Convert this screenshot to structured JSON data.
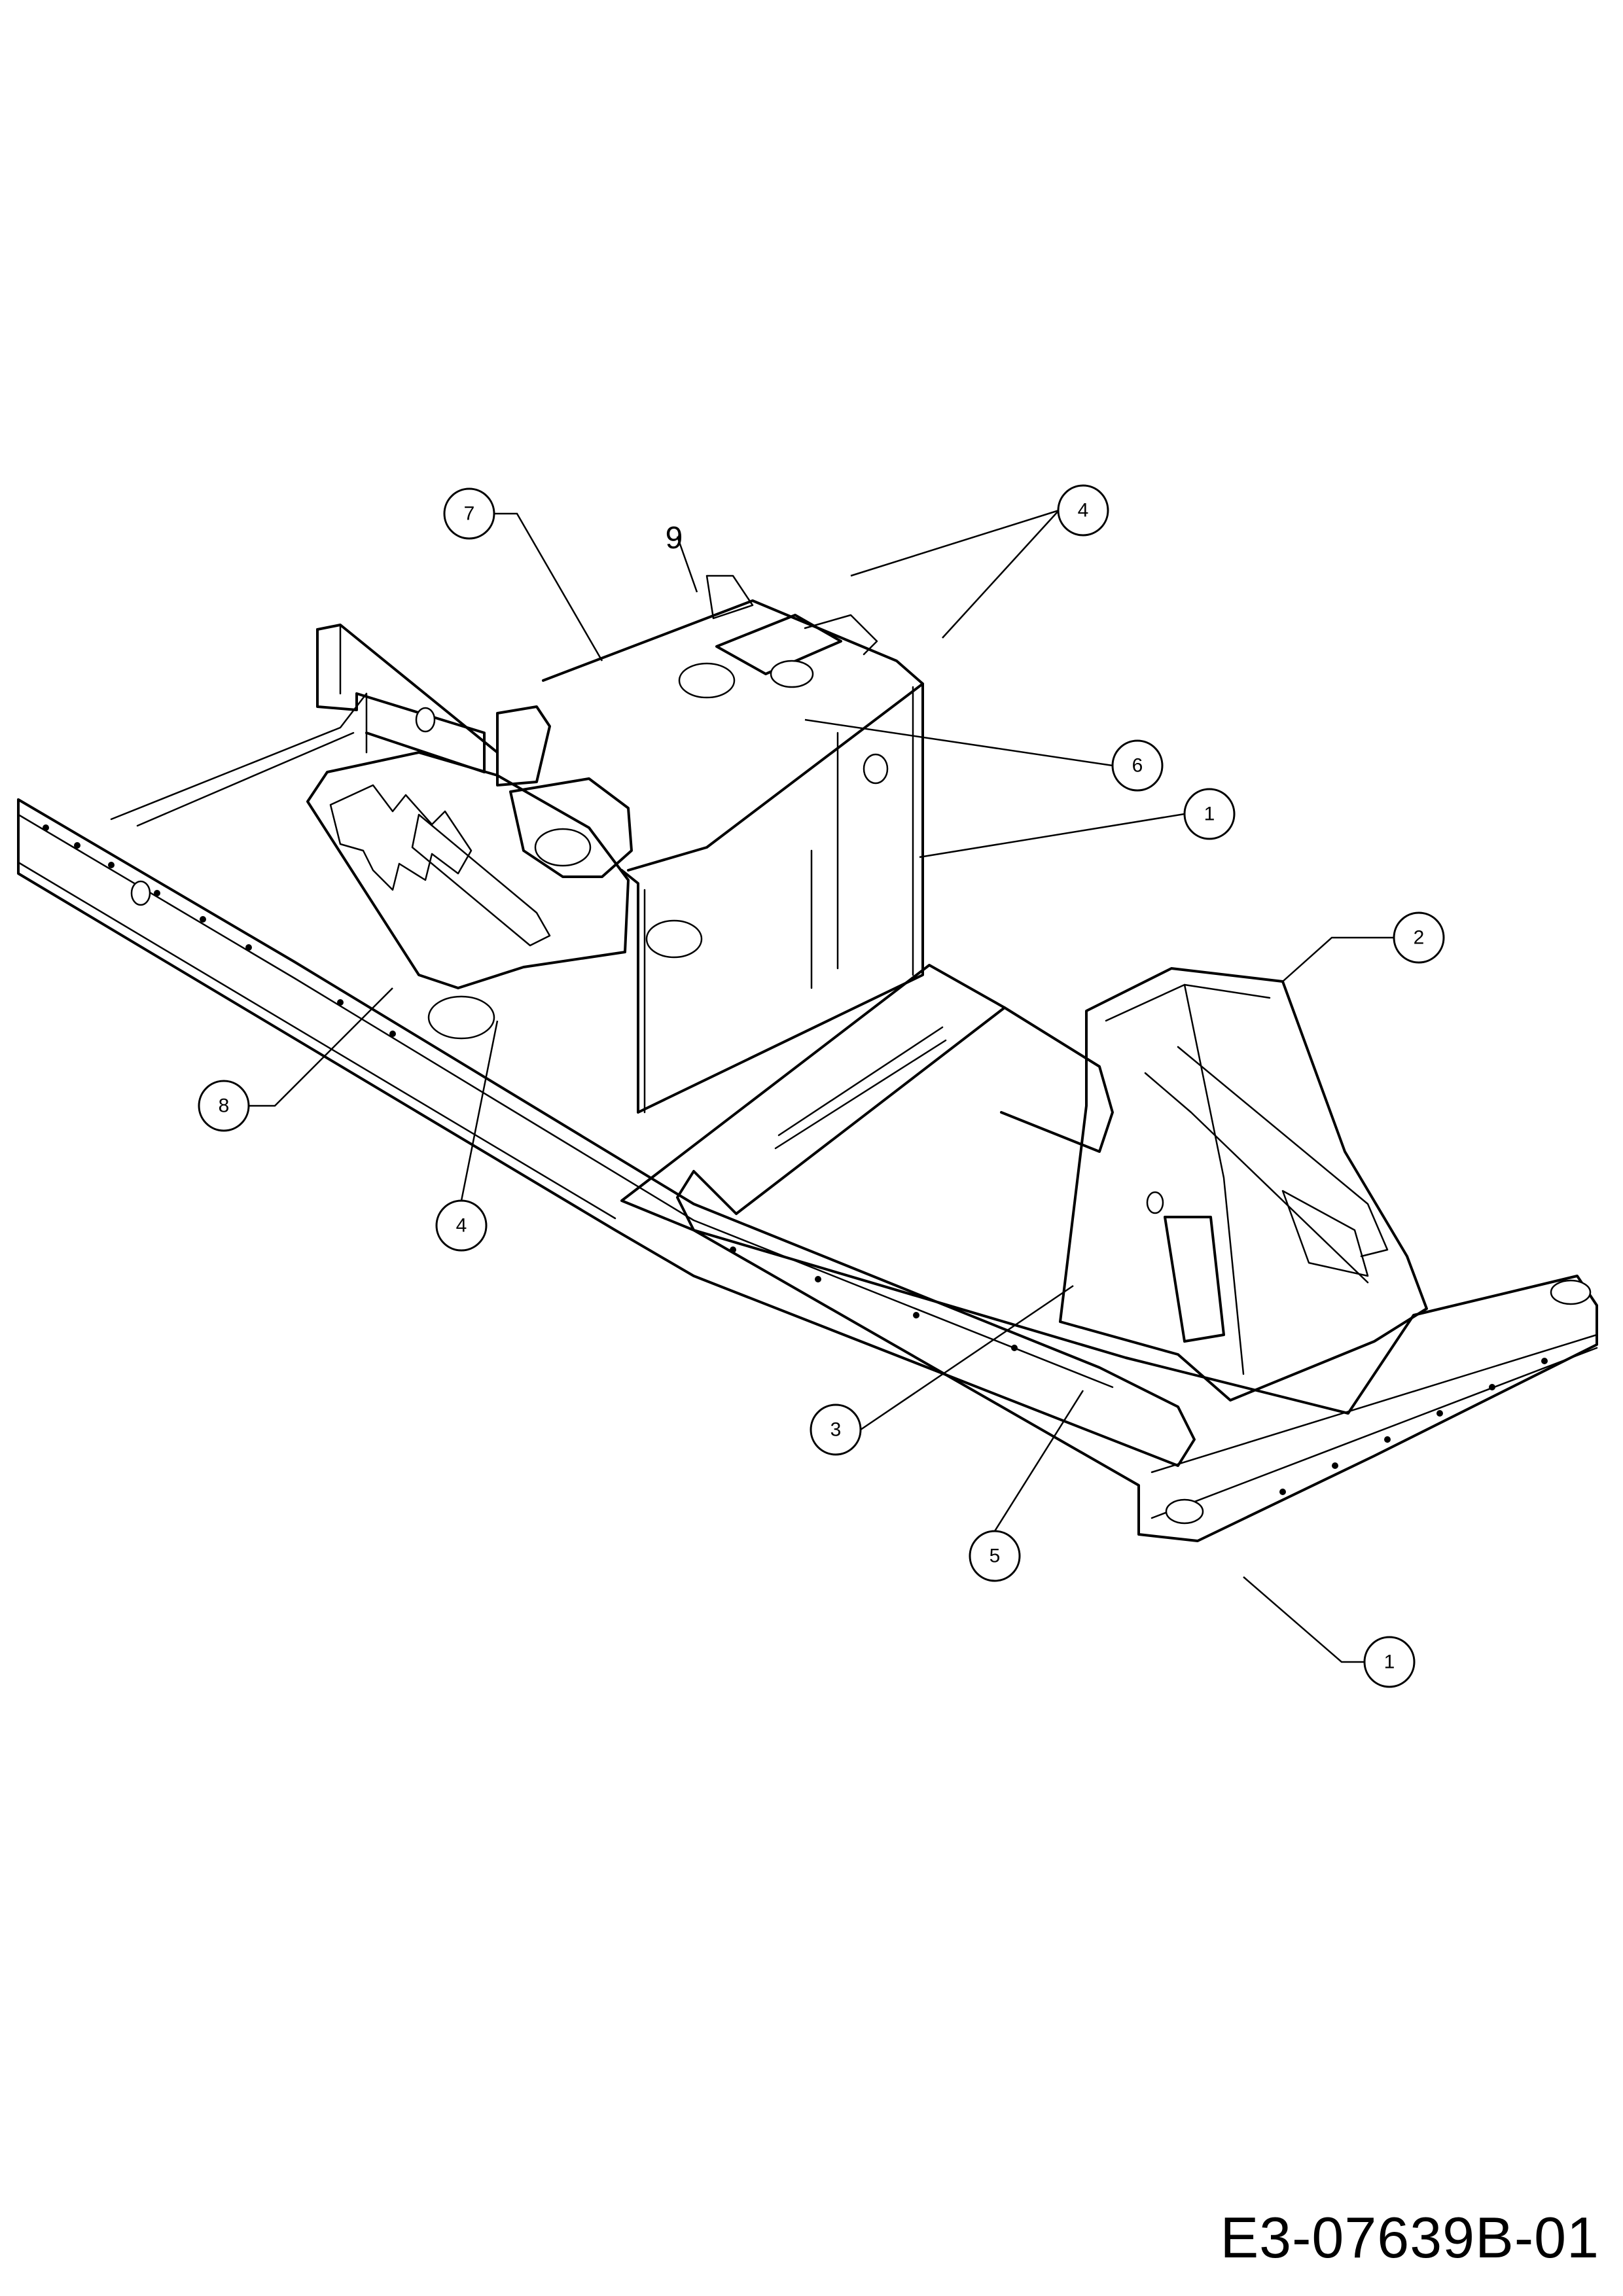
{
  "drawing_number": "E3-07639B-01",
  "callouts": {
    "c1_top": "1",
    "c1_bottom": "1",
    "c2": "2",
    "c3": "3",
    "c4_top": "4",
    "c4_bottom": "4",
    "c5": "5",
    "c6": "6",
    "c7": "7",
    "c8": "8",
    "c9": "9"
  }
}
